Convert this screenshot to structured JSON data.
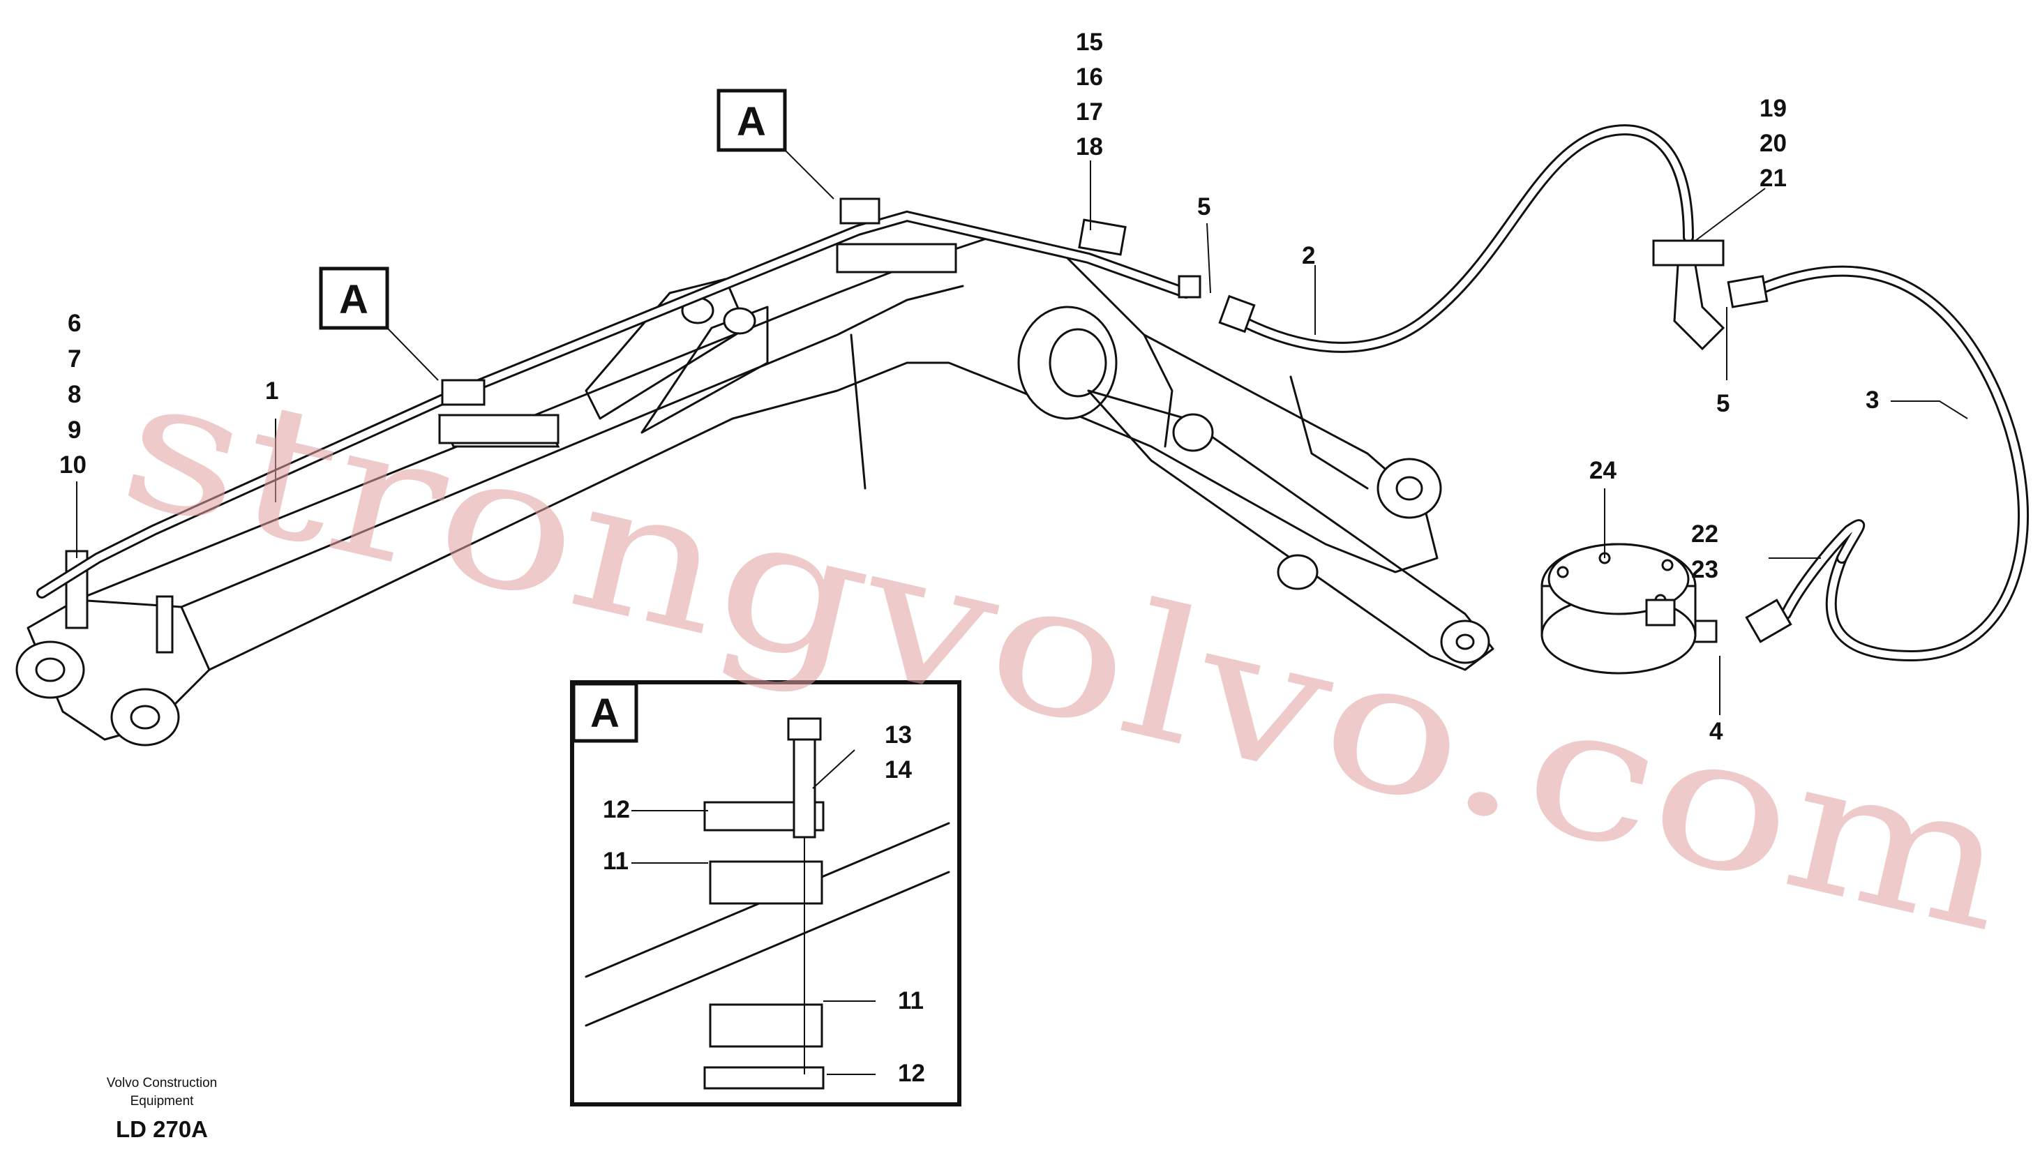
{
  "callouts": {
    "c1": "1",
    "c2": "2",
    "c3": "3",
    "c4": "4",
    "c5a": "5",
    "c5b": "5",
    "c6": "6",
    "c7": "7",
    "c8": "8",
    "c9": "9",
    "c10": "10",
    "c11a": "11",
    "c11b": "11",
    "c12a": "12",
    "c12b": "12",
    "c13": "13",
    "c14": "14",
    "c15": "15",
    "c16": "16",
    "c17": "17",
    "c18": "18",
    "c19": "19",
    "c20": "20",
    "c21": "21",
    "c22": "22",
    "c23": "23",
    "c24": "24"
  },
  "view_markers": {
    "a1": "A",
    "a2": "A",
    "detail": "A"
  },
  "caption": {
    "line1": "Volvo Construction",
    "line2": "Equipment"
  },
  "drawing_code": "LD 270A",
  "watermark": "strongvolvo.com"
}
